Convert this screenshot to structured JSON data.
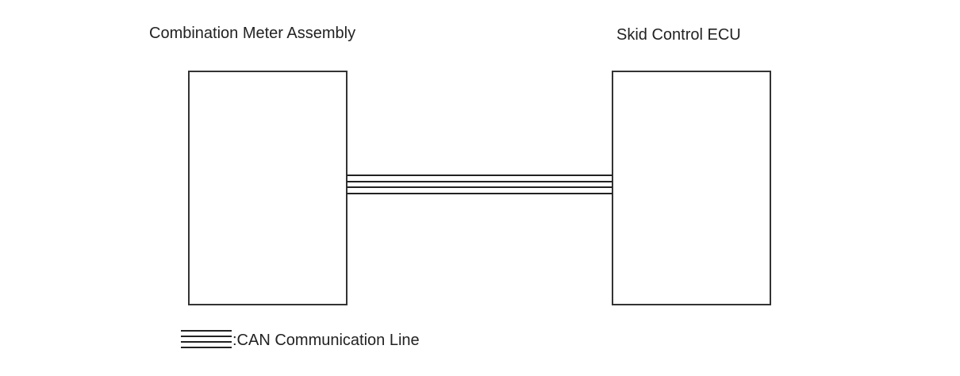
{
  "nodes": {
    "left": {
      "label": "Combination Meter Assembly"
    },
    "right": {
      "label": "Skid Control ECU"
    }
  },
  "legend": {
    "text": ":CAN Communication Line"
  }
}
